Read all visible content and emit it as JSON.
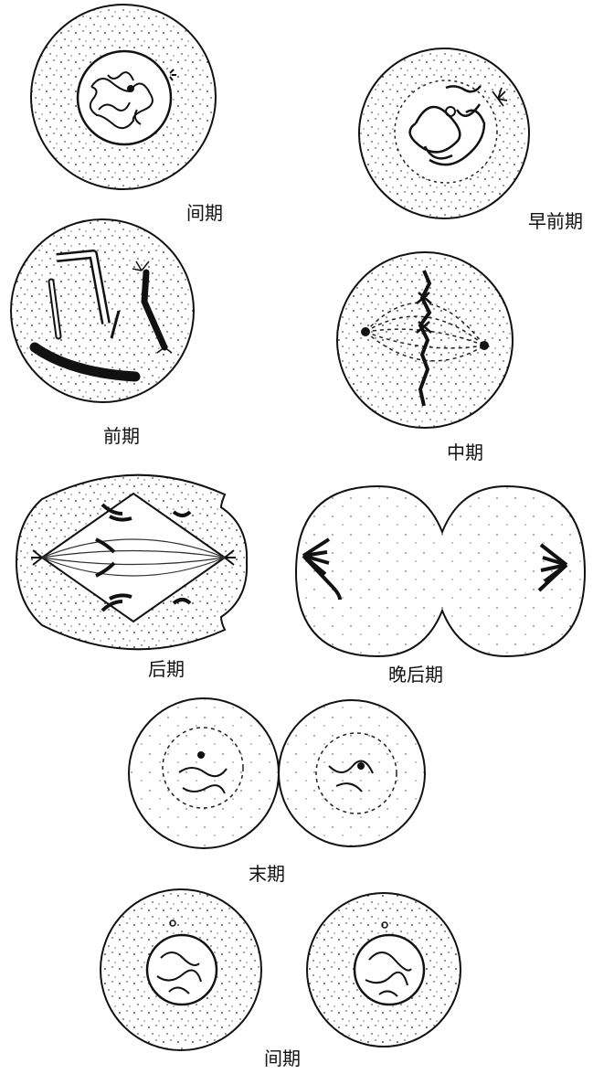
{
  "colors": {
    "ink": "#111111",
    "background": "#ffffff"
  },
  "stages": {
    "interphase_1": "间期",
    "early_prophase": "早前期",
    "prophase": "前期",
    "metaphase": "中期",
    "anaphase": "后期",
    "late_anaphase": "晚后期",
    "telophase": "末期",
    "interphase_2": "间期"
  }
}
